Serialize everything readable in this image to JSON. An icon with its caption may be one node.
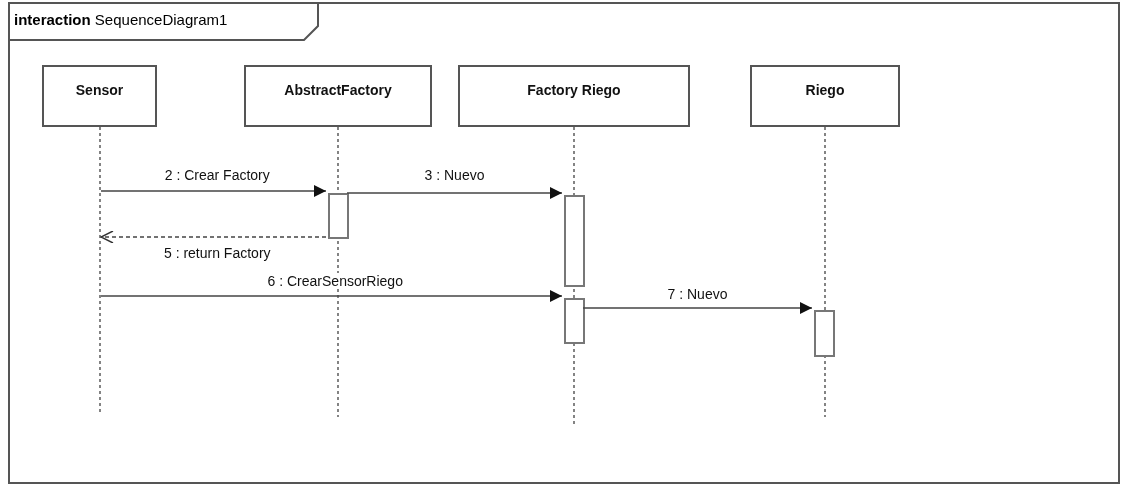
{
  "diagram": {
    "nodes": [
      {
        "text": [
          "**interaction** SequenceDiagram1"
        ]
      },
      {
        "text": [
          "Sensor"
        ],
        "in": 0
      },
      {
        "text": [
          "AbstractFactory"
        ],
        "in": 0
      },
      {
        "text": [
          "Factory Riego"
        ],
        "in": 0
      },
      {
        "text": [
          "Riego"
        ],
        "in": 0
      },
      {
        "text": [],
        "shape": "line",
        "in": 0
      },
      {
        "text": [],
        "shape": "line",
        "in": 0
      },
      {
        "text": [],
        "shape": "line",
        "in": 0
      },
      {
        "text": [],
        "shape": "line",
        "in": 0
      },
      {
        "text": [],
        "shape": "bar",
        "in": 0
      },
      {
        "text": [],
        "shape": "bar",
        "in": 0
      },
      {
        "text": [],
        "shape": "bar",
        "in": 0
      },
      {
        "text": [],
        "shape": "bar",
        "in": 0
      }
    ],
    "edges": [
      {
        "from": 5,
        "to": 9,
        "arrow": "to",
        "label": "2 : Crear Factory"
      },
      {
        "from": 9,
        "to": 10,
        "arrow": "to",
        "label": "3 : Nuevo"
      },
      {
        "from": 9,
        "to": 5,
        "arrow": "to",
        "label": "5 : return Factory",
        "style": "dashed"
      },
      {
        "from": 5,
        "to": 11,
        "arrow": "to",
        "label": "6 : CrearSensorRiego"
      },
      {
        "from": 11,
        "to": 12,
        "arrow": "to",
        "label": "7 : Nuevo"
      }
    ]
  }
}
